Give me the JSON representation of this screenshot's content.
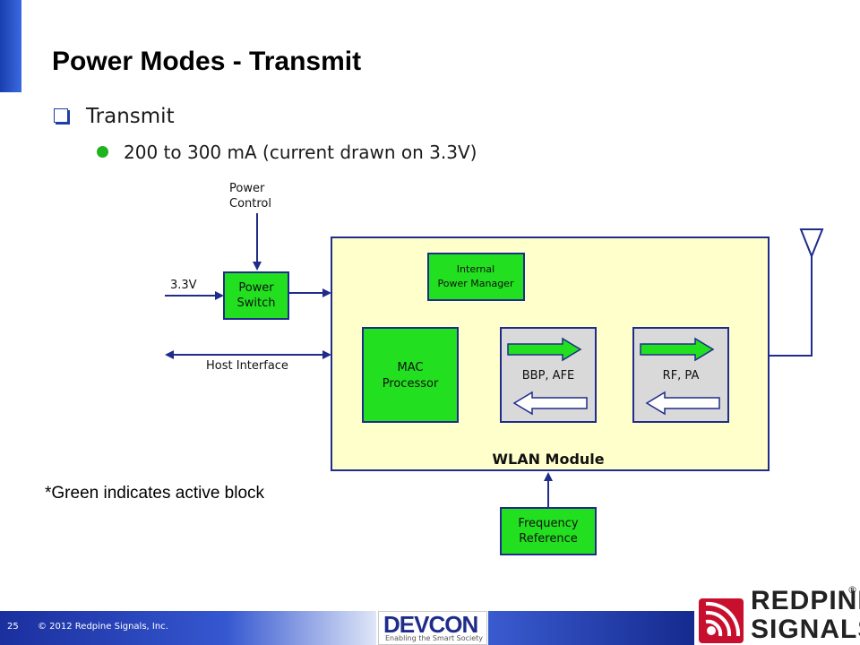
{
  "slide": {
    "title": "Power Modes - Transmit",
    "bullet_level1": "Transmit",
    "bullet_level2": "200 to 300 mA (current drawn on 3.3V)",
    "note": "*Green indicates active block"
  },
  "diagram": {
    "power_control_line1": "Power",
    "power_control_line2": "Control",
    "supply_label": "3.3V",
    "power_switch_line1": "Power",
    "power_switch_line2": "Switch",
    "host_interface": "Host Interface",
    "internal_pm_line1": "Internal",
    "internal_pm_line2": "Power Manager",
    "mac_line1": "MAC",
    "mac_line2": "Processor",
    "bbp_afe": "BBP, AFE",
    "rf_pa": "RF, PA",
    "wlan_module": "WLAN Module",
    "freq_ref_line1": "Frequency",
    "freq_ref_line2": "Reference",
    "colors": {
      "active_green": "#22e01f",
      "module_fill": "#ffffcc",
      "inactive_gray": "#d9d9d9",
      "line_blue": "#1f2c8a"
    }
  },
  "footer": {
    "page_number": "25",
    "copyright": "© 2012 Redpine Signals, Inc.",
    "devcon_logo": "DEVCON",
    "devcon_tagline": "Enabling the Smart Society",
    "redpine_line1": "REDPINE",
    "redpine_line2": "SIGNALS",
    "registered_mark": "®"
  }
}
